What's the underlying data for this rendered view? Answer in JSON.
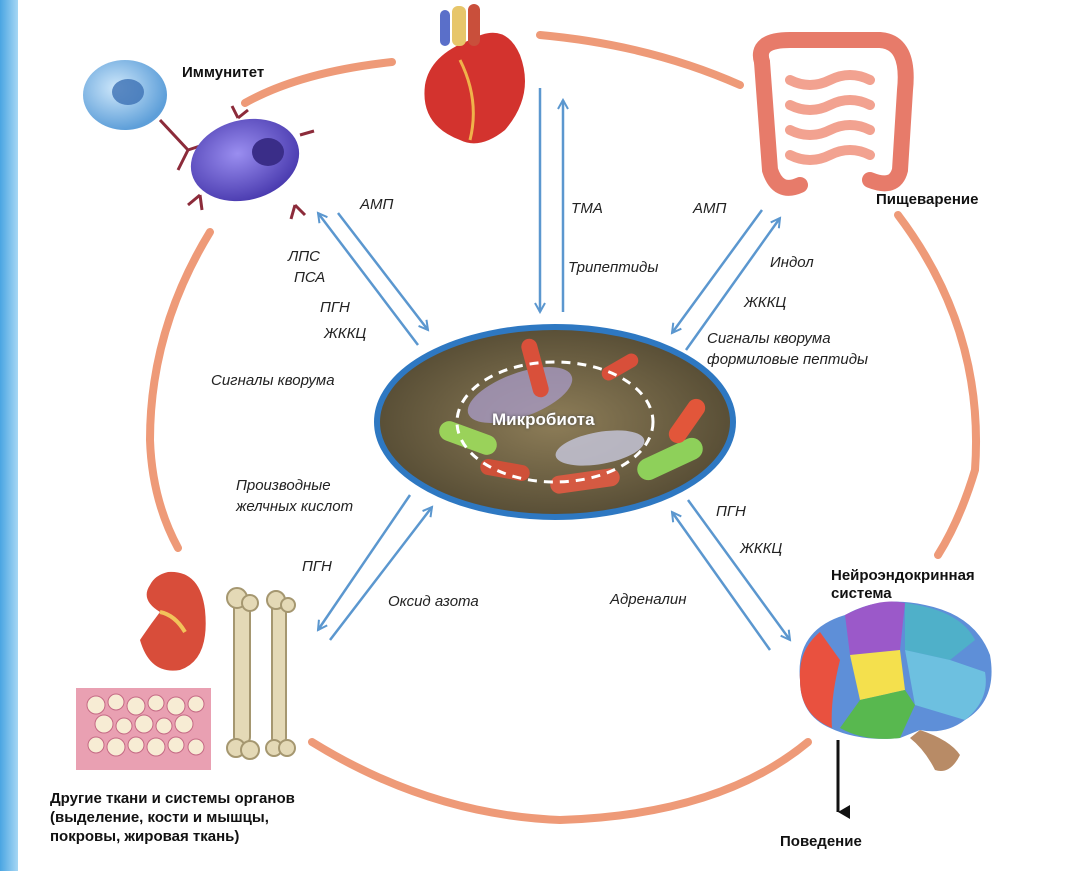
{
  "center": {
    "label": "Микробиота"
  },
  "nodes": {
    "immunity": "Иммунитет",
    "digestion": "Пищеварение",
    "neuro_line1": "Нейроэндокринная",
    "neuro_line2": "система",
    "other_line1": "Другие ткани и системы органов",
    "other_line2": "(выделение, кости и мышцы,",
    "other_line3": "покровы, жировая ткань)",
    "behavior": "Поведение"
  },
  "signals": {
    "immunity_out": "АМП",
    "immunity_in": [
      "ЛПС",
      "ПСА",
      "ПГН",
      "ЖККЦ"
    ],
    "immunity_quorum": "Сигналы кворума",
    "heart": [
      "ТМА",
      "Трипептиды"
    ],
    "digestion_out": "АМП",
    "digestion_in": [
      "Индол",
      "ЖККЦ",
      "Сигналы кворума",
      "формиловые пептиды"
    ],
    "other_in_line1": "Производные",
    "other_in_line2": "желчных кислот",
    "other_out": "ПГН",
    "other_no": "Оксид азота",
    "neuro_in": [
      "ПГН",
      "ЖККЦ"
    ],
    "neuro_adrenaline": "Адреналин"
  },
  "colors": {
    "ring": "#ee9a78",
    "arrow": "#5b97cf",
    "ellipse_border": "#2e78c2"
  }
}
